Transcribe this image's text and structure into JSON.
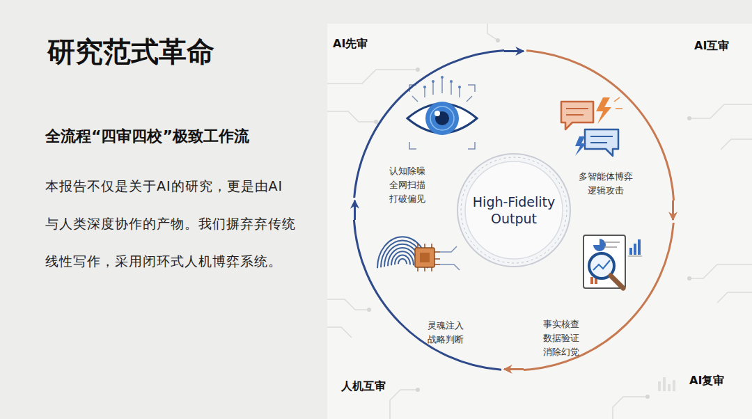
{
  "diagram": {
    "title": "研究范式革命",
    "nodes": [
      {
        "text": [
          "AI先审",
          "认知除噪 全网扫描 打破偏见"
        ]
      },
      {
        "text": [
          "AI互审",
          "多智能体博弈 逻辑攻击"
        ]
      },
      {
        "text": [
          "AI复审",
          "事实核查 数据验证 消除幻觉"
        ]
      },
      {
        "text": [
          "人机互审",
          "灵魂注入 战略判断"
        ]
      },
      {
        "text": [
          "High-Fidelity Output"
        ]
      }
    ],
    "edges": [
      {
        "from": 0,
        "to": 1,
        "arrow": "to"
      },
      {
        "from": 1,
        "to": 2,
        "arrow": "to"
      },
      {
        "from": 2,
        "to": 3,
        "arrow": "to"
      },
      {
        "from": 3,
        "to": 0,
        "arrow": "to"
      }
    ],
    "labels": [
      "全流程“四审四校”极致工作流",
      "本报告不仅是关于AI的研究，更是由AI与人类深度协作的产物。我们摒弃弃传统线性写作，采用闭环式人机博弈系统。"
    ]
  }
}
